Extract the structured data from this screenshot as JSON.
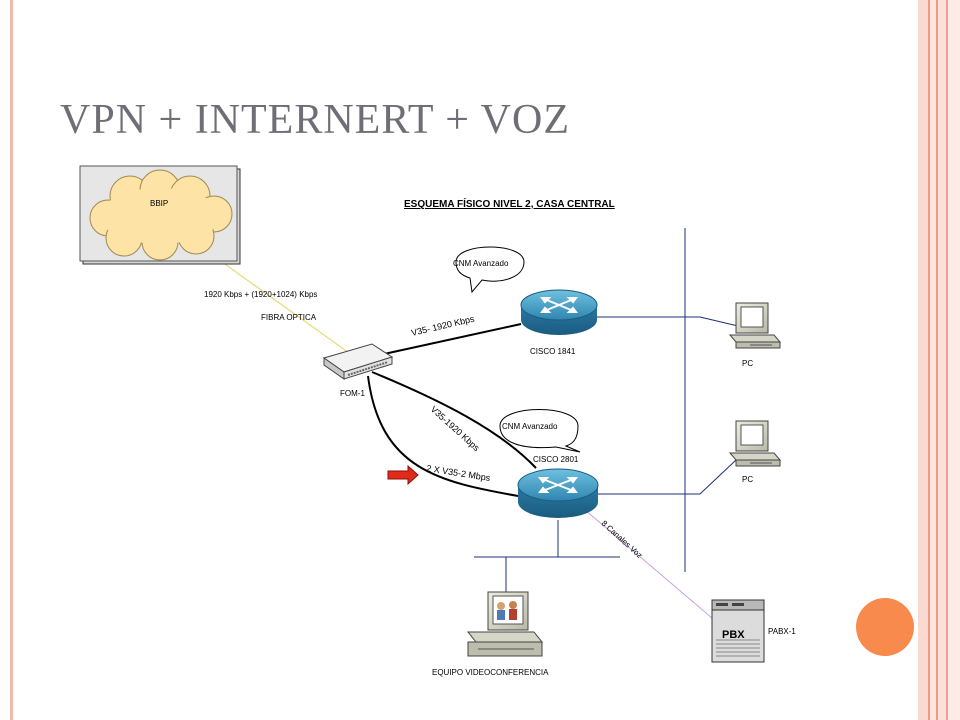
{
  "slide": {
    "title": "VPN + INTERNERT + VOZ"
  },
  "diagram": {
    "heading": "ESQUEMA FÍSICO NIVEL 2, CASA CENTRAL",
    "cloud_label": "BBIP",
    "fiber_speed": "1920 Kbps + (1920+1024) Kbps",
    "fiber_label": "FIBRA OPTICA",
    "fom_label": "FOM-1",
    "link_1841": "V35- 1920 Kbps",
    "link_2801": "V35-1920 Kbps",
    "link_dual": "2 X V35-2 Mbps",
    "link_voice": "8 Canales Voz",
    "cnm_1": "CNM Avanzado",
    "cnm_2": "CNM Avanzado",
    "router_1841": "CISCO 1841",
    "router_2801": "CISCO 2801",
    "pc_1": "PC",
    "pc_2": "PC",
    "pbx_text": "PBX",
    "pbx_label": "PABX-1",
    "video_label": "EQUIPO VIDEOCONFERENCIA"
  },
  "colors": {
    "title": "#6e6e76",
    "accent_dot": "#f78a4c",
    "router_blue": "#3a8fb5",
    "cloud_fill": "#fde3a6",
    "fiber_line": "#e8d25a",
    "voice_line": "#c9a0dc",
    "network_line": "#1c2f7a",
    "arrow_red": "#e02a1a"
  },
  "icons": [
    "cloud-icon",
    "switch-icon",
    "router-icon",
    "pc-icon",
    "pbx-icon",
    "videoconference-icon",
    "red-arrow-icon"
  ]
}
